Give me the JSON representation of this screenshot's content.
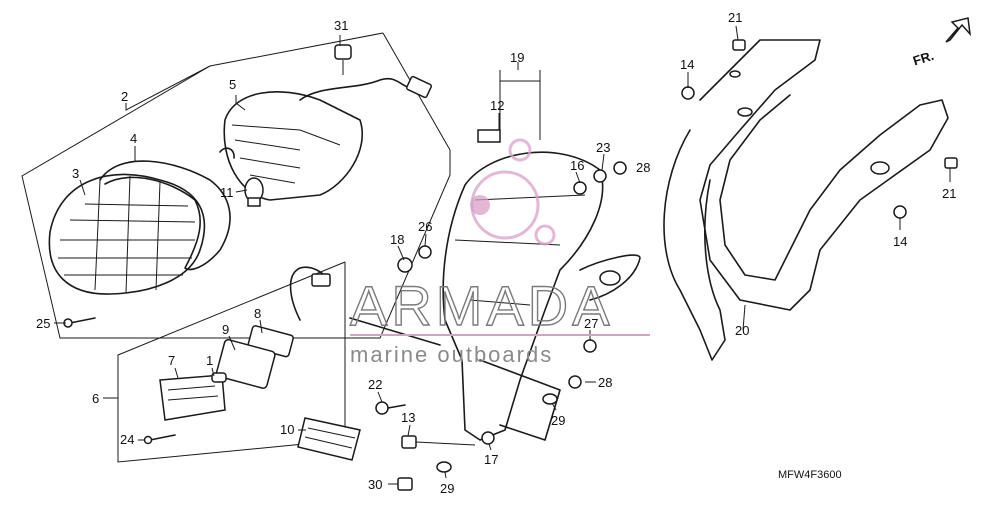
{
  "diagram": {
    "part_code": "MFW4F3600",
    "front_marker": "FR.",
    "watermark": {
      "brand": "ARMADA",
      "tagline": "marine outboards",
      "accent": "#d8a0c8",
      "gray": "#808080"
    },
    "callouts": [
      "31",
      "2",
      "5",
      "4",
      "3",
      "11",
      "25",
      "19",
      "12",
      "23",
      "28",
      "16",
      "26",
      "18",
      "21",
      "14",
      "21",
      "14",
      "20",
      "9",
      "8",
      "7",
      "1",
      "6",
      "27",
      "22",
      "13",
      "10",
      "24",
      "28",
      "29",
      "17",
      "30",
      "29"
    ]
  }
}
